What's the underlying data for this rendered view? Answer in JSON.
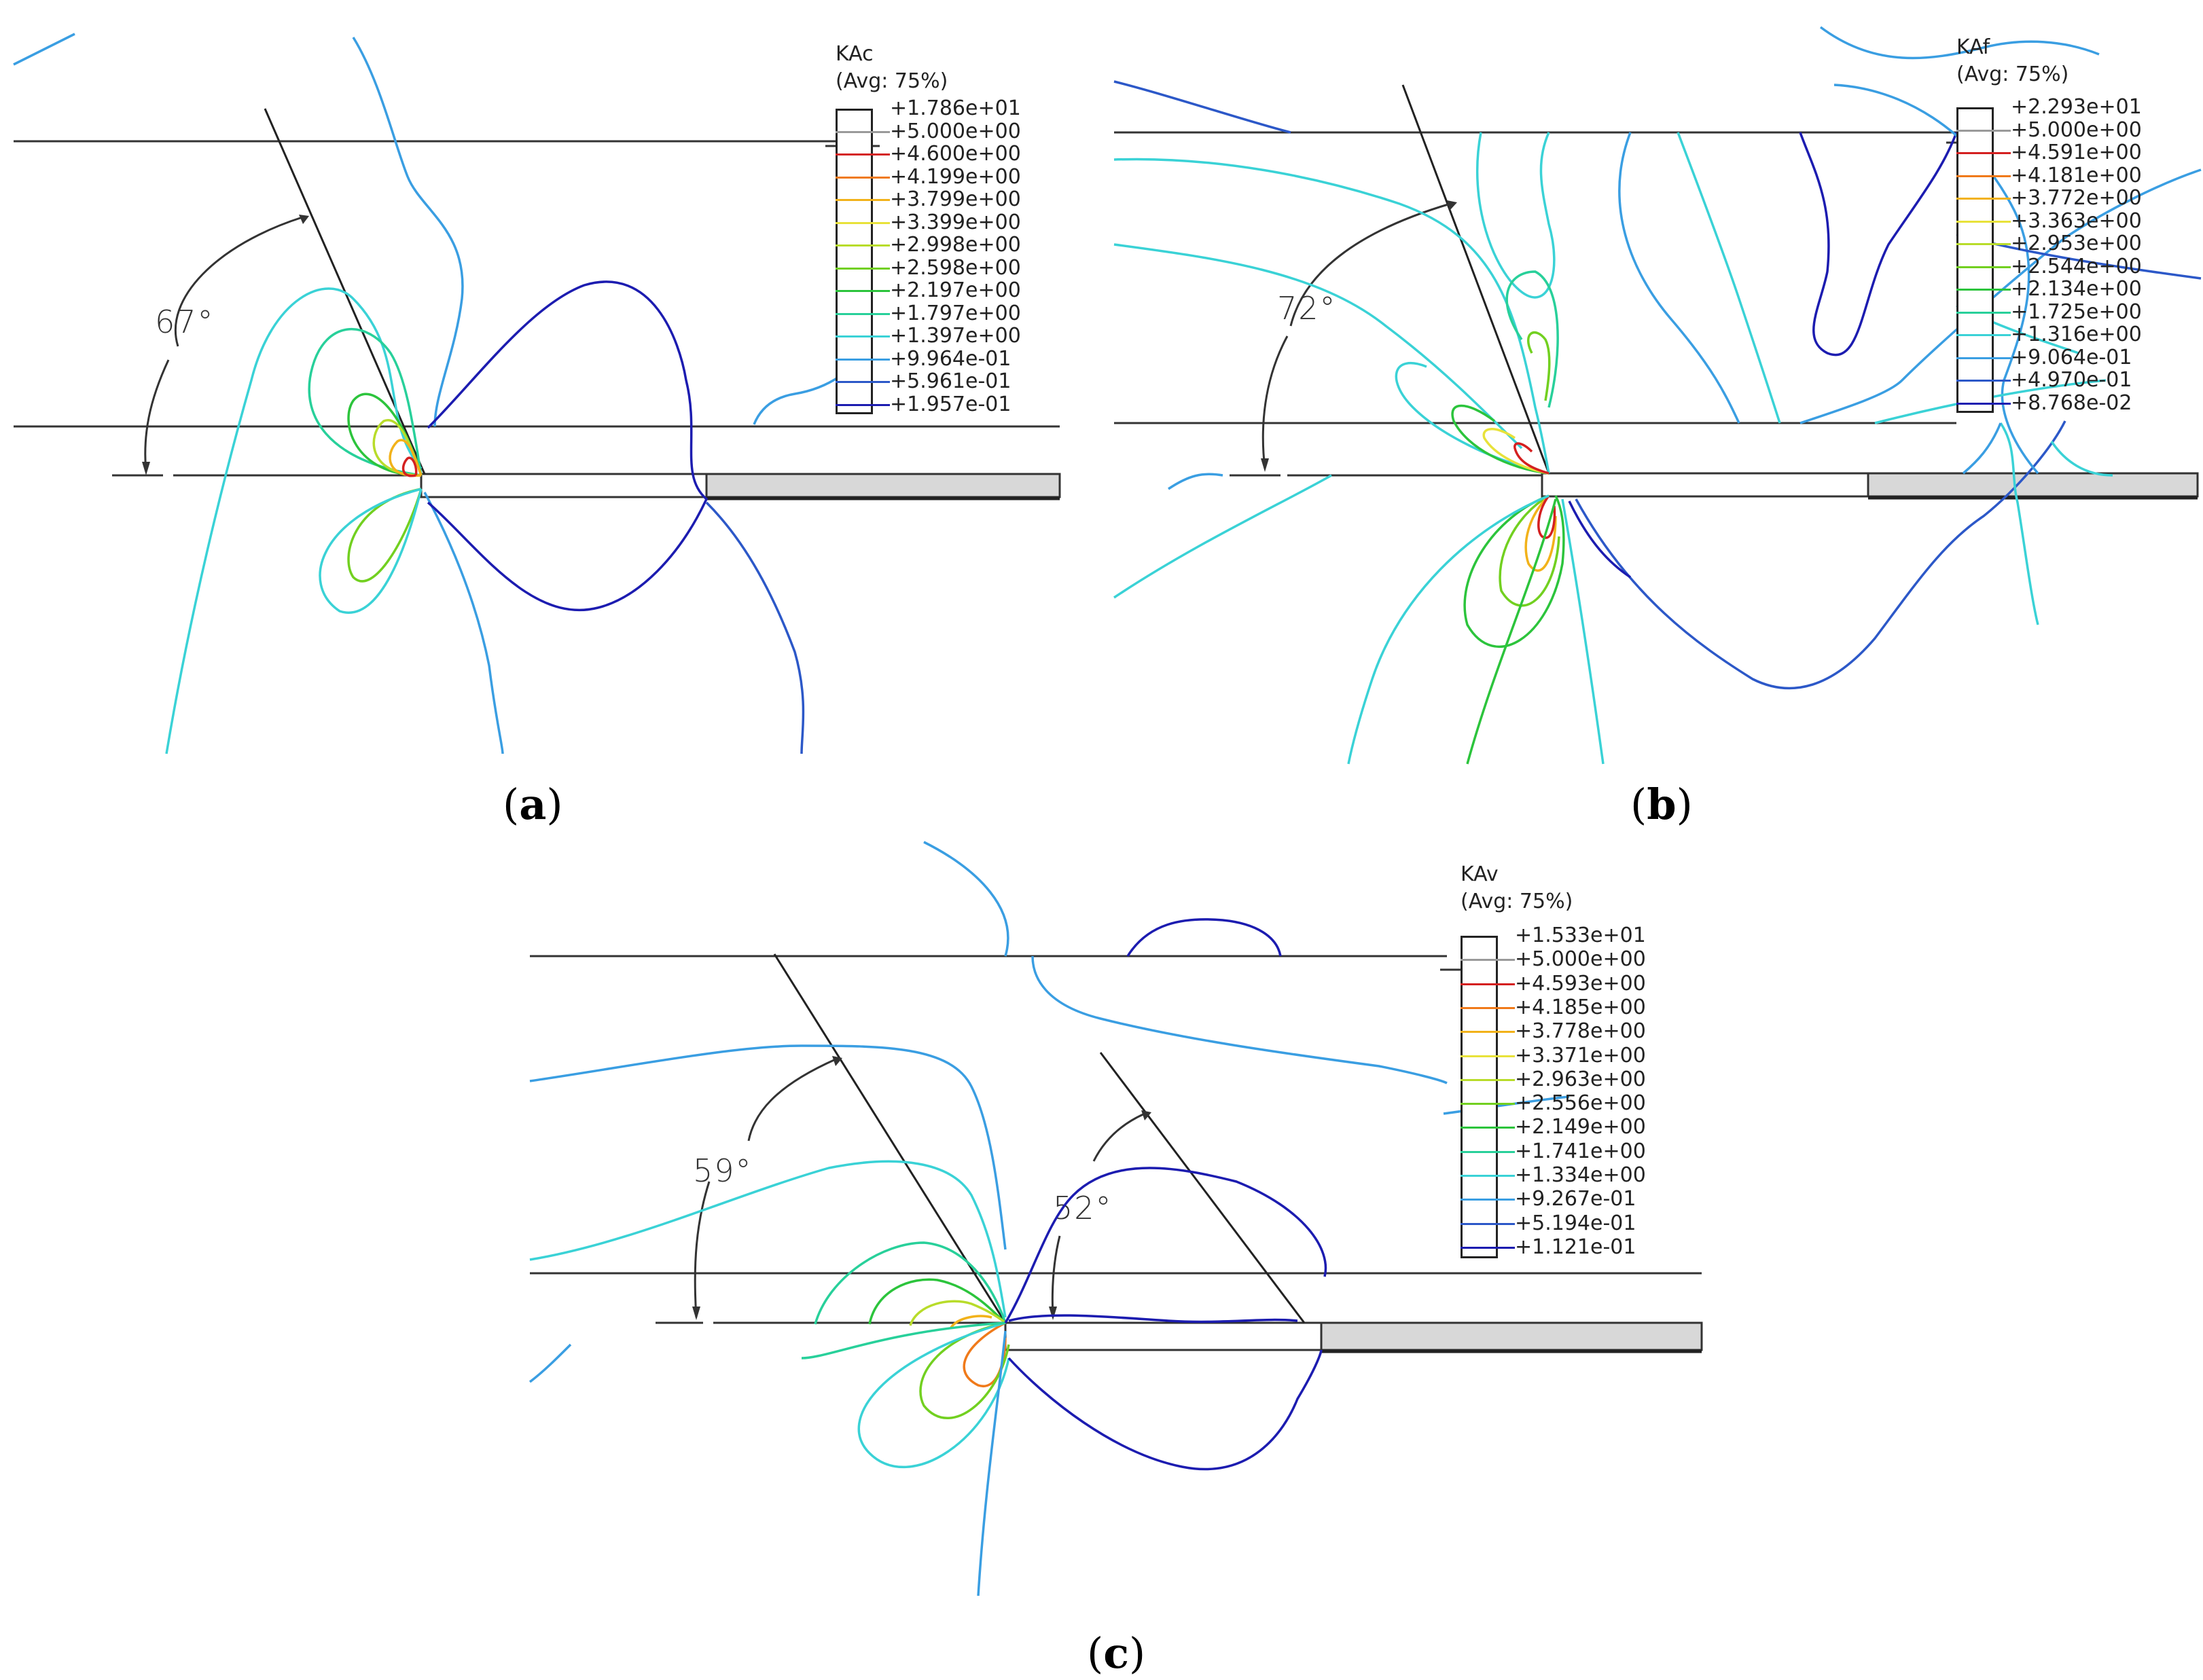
{
  "panels": [
    {
      "id": "a",
      "caption_open": "(",
      "caption_letter": "a",
      "caption_close": ")",
      "legend_title": "KAc",
      "legend_subtitle": "(Avg: 75%)",
      "legend_values": [
        "+1.786e+01",
        "+5.000e+00",
        "+4.600e+00",
        "+4.199e+00",
        "+3.799e+00",
        "+3.399e+00",
        "+2.998e+00",
        "+2.598e+00",
        "+2.197e+00",
        "+1.797e+00",
        "+1.397e+00",
        "+9.964e-01",
        "+5.961e-01",
        "+1.957e-01"
      ],
      "angle_labels": [
        "67°"
      ]
    },
    {
      "id": "b",
      "caption_open": "(",
      "caption_letter": "b",
      "caption_close": ")",
      "legend_title": "KAf",
      "legend_subtitle": "(Avg: 75%)",
      "legend_values": [
        "+2.293e+01",
        "+5.000e+00",
        "+4.591e+00",
        "+4.181e+00",
        "+3.772e+00",
        "+3.363e+00",
        "+2.953e+00",
        "+2.544e+00",
        "+2.134e+00",
        "+1.725e+00",
        "+1.316e+00",
        "+9.064e-01",
        "+4.970e-01",
        "+8.768e-02"
      ],
      "angle_labels": [
        "72°"
      ]
    },
    {
      "id": "c",
      "caption_open": "(",
      "caption_letter": "c",
      "caption_close": ")",
      "legend_title": "KAv",
      "legend_subtitle": "(Avg: 75%)",
      "legend_values": [
        "+1.533e+01",
        "+5.000e+00",
        "+4.593e+00",
        "+4.185e+00",
        "+3.778e+00",
        "+3.371e+00",
        "+2.963e+00",
        "+2.556e+00",
        "+2.149e+00",
        "+1.741e+00",
        "+1.334e+00",
        "+9.267e-01",
        "+5.194e-01",
        "+1.121e-01"
      ],
      "angle_labels": [
        "59°",
        "52°"
      ]
    }
  ],
  "contour_colors": [
    "#9a9a9a",
    "#d42020",
    "#f07a1a",
    "#f2b21a",
    "#e8e23a",
    "#b8dc2a",
    "#72d020",
    "#2cc43c",
    "#28d09a",
    "#3ad2d6",
    "#3a9ee2",
    "#2c58c8",
    "#1c1cb0"
  ]
}
